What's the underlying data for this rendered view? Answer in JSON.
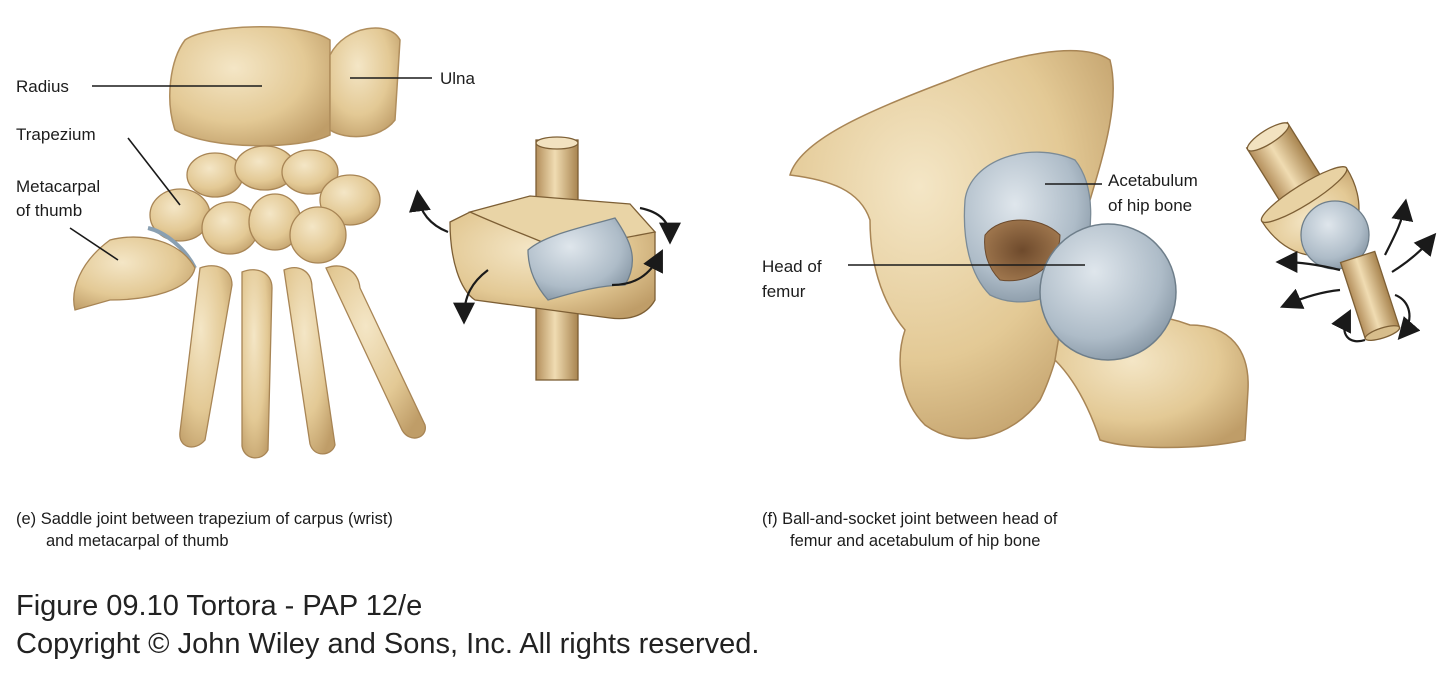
{
  "panel_e": {
    "labels": {
      "radius": "Radius",
      "ulna": "Ulna",
      "trapezium": "Trapezium",
      "metacarpal_line1": "Metacarpal",
      "metacarpal_line2": "of thumb"
    },
    "caption_line1": "(e) Saddle joint between trapezium of carpus (wrist)",
    "caption_line2": "and metacarpal of thumb"
  },
  "panel_f": {
    "labels": {
      "acetabulum_line1": "Acetabulum",
      "acetabulum_line2": "of hip bone",
      "head_line1": "Head of",
      "head_line2": "femur"
    },
    "caption_line1": "(f) Ball-and-socket joint between head of",
    "caption_line2": "femur and acetabulum of hip bone"
  },
  "footer": {
    "figure_ref": "Figure 09.10  Tortora - PAP 12/e",
    "copyright": "Copyright © John Wiley and Sons, Inc. All rights reserved."
  },
  "colors": {
    "bone": "#e6cf9f",
    "bone_shadow": "#b89766",
    "cartilage": "#aab8c4",
    "arrow": "#1a1a1a"
  }
}
